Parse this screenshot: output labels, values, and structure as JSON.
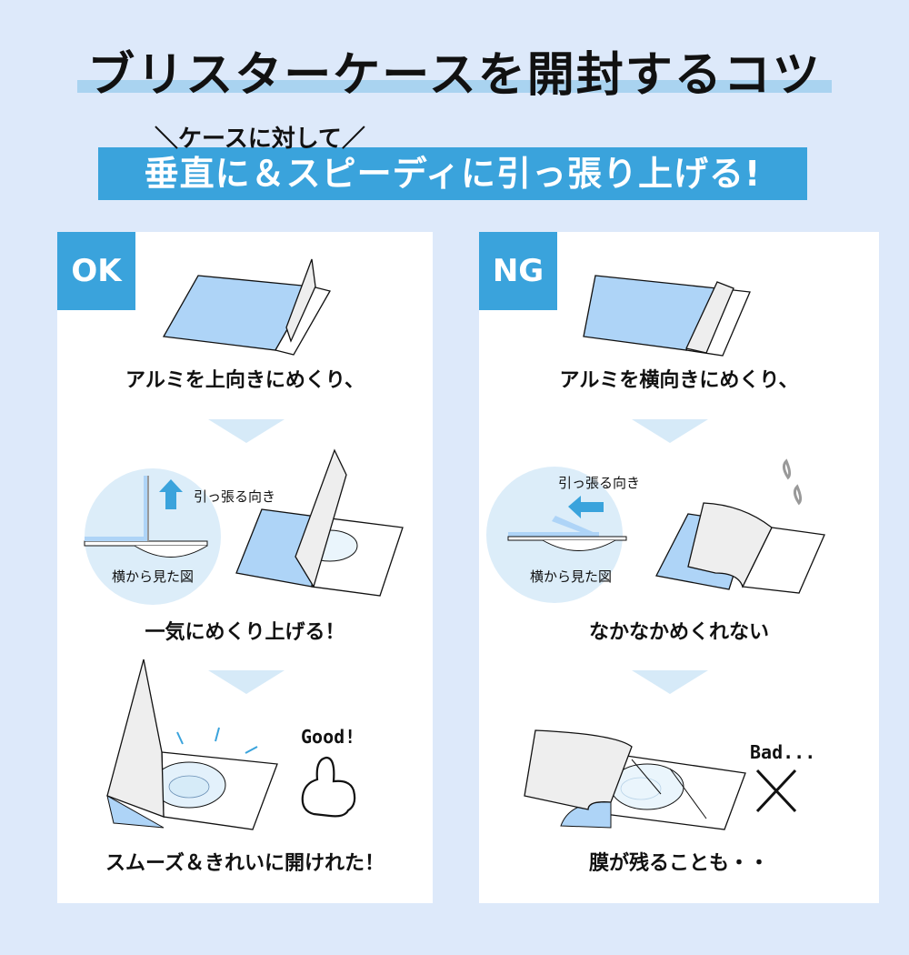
{
  "header": {
    "title": "ブリスターケースを開封するコツ",
    "sub_note": "＼ケースに対して／",
    "banner": "垂直に＆スピーディに引っ張り上げる!"
  },
  "ok_panel": {
    "tag": "OK",
    "step1_caption": "アルミを上向きにめくり、",
    "side_view_label": "横から見た図",
    "pull_direction_label": "引っ張る向き",
    "step2_caption": "一気にめくり上げる！",
    "result_word": "Good!",
    "step3_caption": "スムーズ＆きれいに開けれた！"
  },
  "ng_panel": {
    "tag": "NG",
    "step1_caption": "アルミを横向きにめくり、",
    "side_view_label": "横から見た図",
    "pull_direction_label": "引っ張る向き",
    "step2_caption": "なかなかめくれない",
    "result_word": "Bad...",
    "step3_caption": "膜が残ることも・・"
  },
  "colors": {
    "background": "#dde9fa",
    "accent": "#3aa3dc",
    "foil_blue": "#aed4f7",
    "circle_bg": "#dcedf9",
    "arrow_down": "#d6eaf8"
  }
}
